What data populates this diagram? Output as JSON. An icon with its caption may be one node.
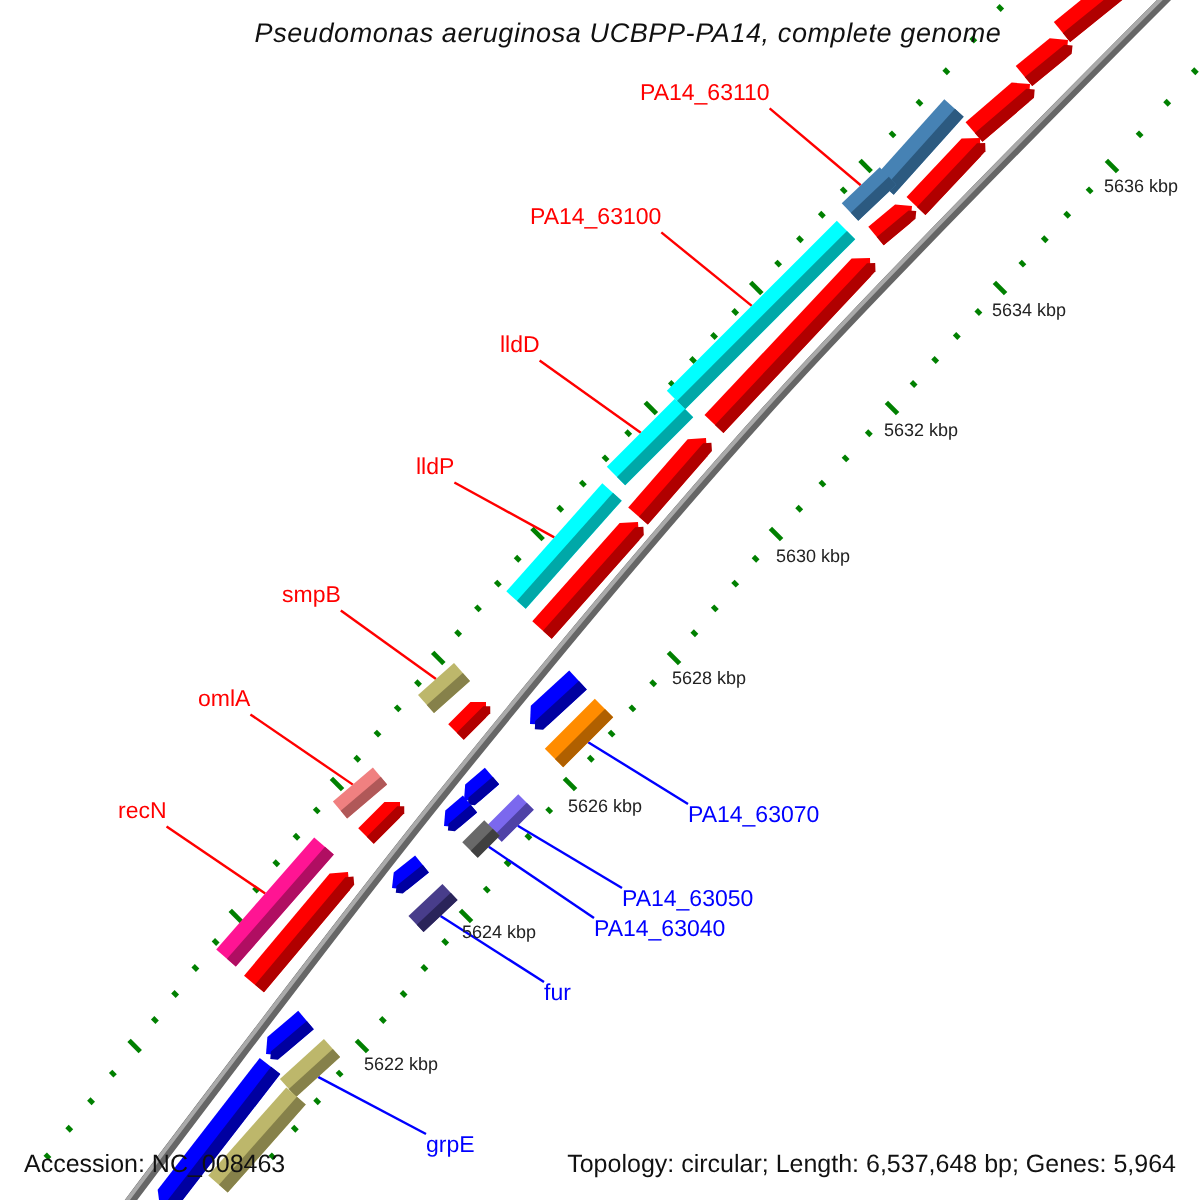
{
  "diagram": {
    "title": "Pseudomonas aeruginosa UCBPP-PA14, complete genome",
    "nodes": [
      {
        "text": [
          "PA14_63110"
        ]
      },
      {
        "text": [
          "PA14_63100"
        ]
      },
      {
        "text": [
          "lldD"
        ]
      },
      {
        "text": [
          "lldP"
        ]
      },
      {
        "text": [
          "smpB"
        ]
      },
      {
        "text": [
          "omlA"
        ]
      },
      {
        "text": [
          "PA14_63070"
        ]
      },
      {
        "text": [
          "recN"
        ]
      },
      {
        "text": [
          "PA14_63050"
        ]
      },
      {
        "text": [
          "PA14_63040"
        ]
      },
      {
        "text": [
          "fur"
        ]
      },
      {
        "text": [
          "grpE"
        ]
      },
      {
        "text": [],
        "shape": "pentagon"
      },
      {
        "text": [],
        "shape": "pentagon"
      },
      {
        "text": [],
        "shape": "pentagon"
      },
      {
        "text": [],
        "shape": "bar"
      },
      {
        "text": [],
        "shape": "pentagon"
      },
      {
        "text": [],
        "shape": "bar"
      },
      {
        "text": [],
        "shape": "pentagon"
      },
      {
        "text": [],
        "shape": "bar"
      },
      {
        "text": [],
        "shape": "pentagon"
      },
      {
        "text": [],
        "shape": "bar"
      },
      {
        "text": [],
        "shape": "pentagon"
      },
      {
        "text": [],
        "shape": "bar"
      },
      {
        "text": [],
        "shape": "pentagon"
      },
      {
        "text": [],
        "shape": "bar"
      },
      {
        "text": [],
        "shape": "pentagon"
      },
      {
        "text": [],
        "shape": "pentagon"
      },
      {
        "text": [],
        "shape": "bar"
      },
      {
        "text": [],
        "shape": "pentagon"
      },
      {
        "text": [],
        "shape": "bar"
      },
      {
        "text": [],
        "shape": "pentagon"
      },
      {
        "text": [],
        "shape": "pentagon"
      },
      {
        "text": [],
        "shape": "bar"
      },
      {
        "text": [],
        "shape": "bar"
      },
      {
        "text": [],
        "shape": "pentagon"
      },
      {
        "text": [],
        "shape": "bar"
      },
      {
        "text": [],
        "shape": "bar"
      },
      {
        "text": [],
        "shape": "pentagon"
      },
      {
        "text": [],
        "shape": "pentagon"
      },
      {
        "text": [],
        "shape": "bar"
      },
      {
        "text": [],
        "shape": "pentagon"
      },
      {
        "text": [],
        "shape": "bar"
      }
    ],
    "edges": [
      {
        "from": 0,
        "to": 17,
        "arrow": "none"
      },
      {
        "from": 1,
        "to": 19,
        "arrow": "none"
      },
      {
        "from": 2,
        "to": 21,
        "arrow": "none"
      },
      {
        "from": 3,
        "to": 23,
        "arrow": "none"
      },
      {
        "from": 4,
        "to": 25,
        "arrow": "none"
      },
      {
        "from": 5,
        "to": 30,
        "arrow": "none"
      },
      {
        "from": 6,
        "to": 28,
        "arrow": "none",
        "color": "#0000ff"
      },
      {
        "from": 7,
        "to": 36,
        "arrow": "none"
      },
      {
        "from": 8,
        "to": 33,
        "arrow": "none",
        "color": "#0000ff"
      },
      {
        "from": 9,
        "to": 34,
        "arrow": "none",
        "color": "#0000ff"
      },
      {
        "from": 10,
        "to": 37,
        "arrow": "none",
        "color": "#0000ff"
      },
      {
        "from": 11,
        "to": 40,
        "arrow": "none",
        "color": "#0000ff"
      }
    ],
    "labels": [
      "5636 kbp",
      "5634 kbp",
      "5632 kbp",
      "5630 kbp",
      "5628 kbp",
      "5626 kbp",
      "5624 kbp",
      "5622 kbp",
      "Accession: NC_008463",
      "Topology: circular; Length: 6,537,648 bp; Genes: 5,964"
    ]
  }
}
